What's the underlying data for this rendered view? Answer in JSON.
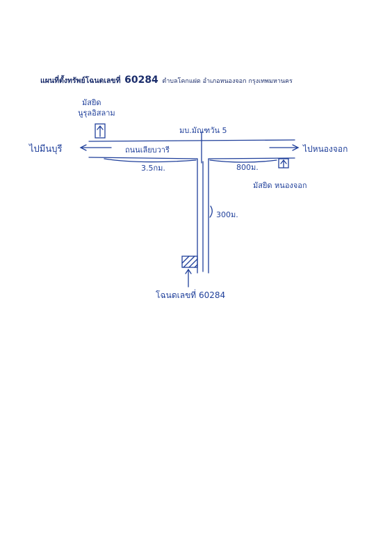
{
  "title": {
    "prefix": "แผนที่ตั้งทรัพย์โฉนดเลขที่",
    "deed_number": "60284",
    "location": "ตำบลโคกแฝด อำเภอหนองจอก กรุงเทพมหานคร"
  },
  "map": {
    "ink_color": "#1f3f9a",
    "labels": {
      "mosque_name_line1": "มัสยิด",
      "mosque_name_line2": "นูรุลอิสลาม",
      "village": "มบ.มัณฑวัน 5",
      "to_minburi": "ไปมีนบุรี",
      "to_nongchok": "ไปหนองจอก",
      "road_name": "ถนนเลียบวารี",
      "dist_left": "3.5กม.",
      "dist_right": "800ม.",
      "dist_lane": "300ม.",
      "mosque_nongchok": "มัสยิด หนองจอก",
      "deed_label": "โฉนดเลขที่ 60284"
    }
  }
}
